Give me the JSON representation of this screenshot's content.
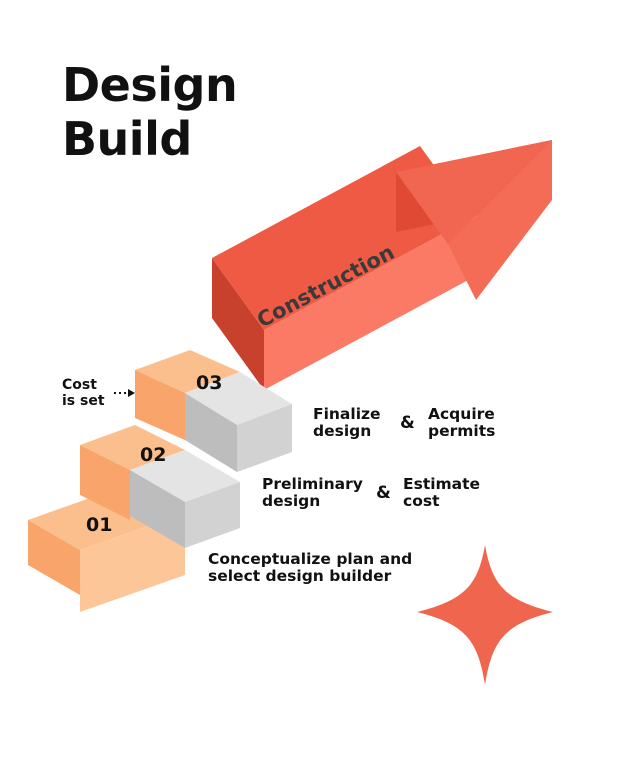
{
  "title": {
    "line1": "Design",
    "line2": "Build"
  },
  "arrow": {
    "label": "Construction"
  },
  "steps": [
    {
      "number": "01",
      "text_line1": "Conceptualize plan and",
      "text_line2": "select design builder"
    },
    {
      "number": "02",
      "left": {
        "line1": "Preliminary",
        "line2": "design"
      },
      "connector": "&",
      "right": {
        "line1": "Estimate",
        "line2": "cost"
      }
    },
    {
      "number": "03",
      "left": {
        "line1": "Finalize",
        "line2": "design"
      },
      "connector": "&",
      "right": {
        "line1": "Acquire",
        "line2": "permits"
      }
    }
  ],
  "cost_note": {
    "line1": "Cost",
    "line2": "is set"
  },
  "colors": {
    "accent": "#f0654d",
    "step_orange": "#f8a870",
    "step_gray": "#d4d4d4",
    "text": "#111111"
  },
  "icons": {
    "star": "four-point-star-icon",
    "pointer": "dotted-arrow-icon"
  }
}
